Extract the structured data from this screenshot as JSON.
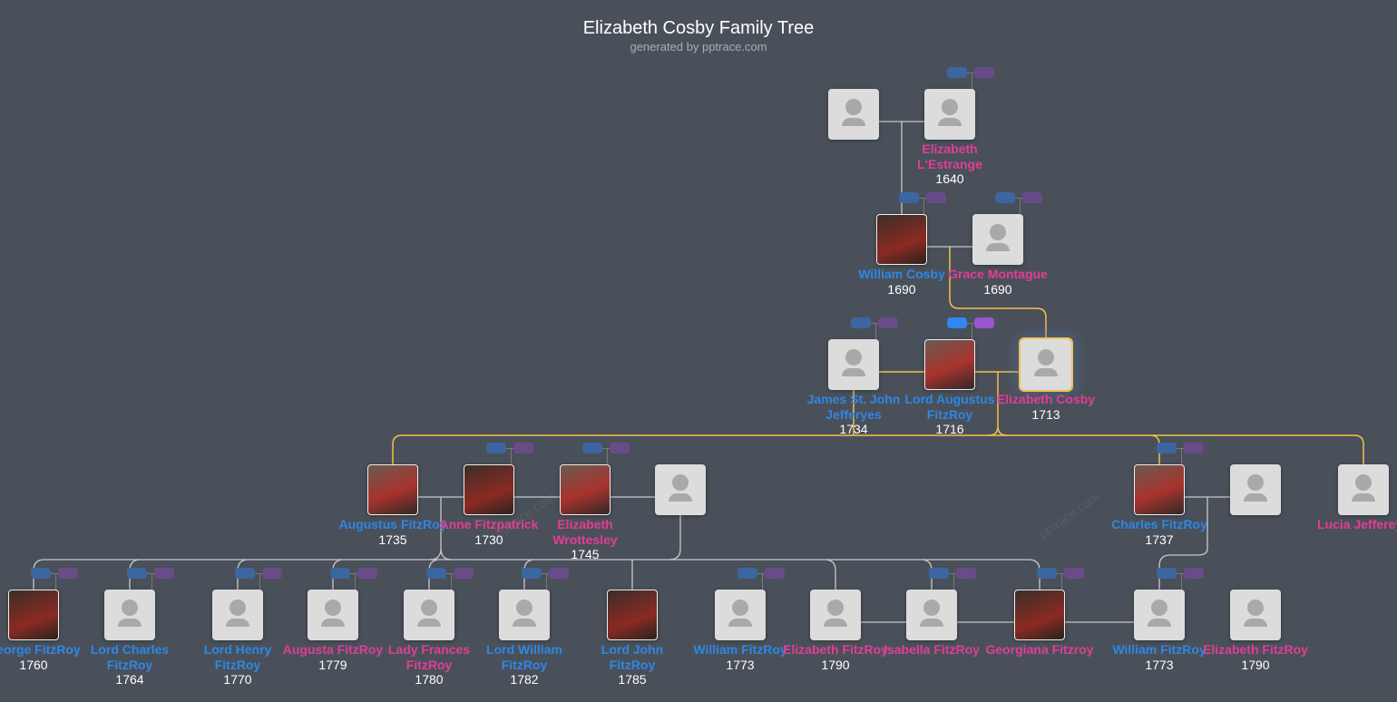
{
  "title": "Elizabeth Cosby Family Tree",
  "subtitle": "generated by pptrace.com",
  "watermark": "pptrace.com",
  "colors": {
    "male": "#2d87e6",
    "female": "#e23d96",
    "highlight": "#f2c14e",
    "line": "#c8c8c8",
    "background": "#4a5059"
  },
  "people": [
    {
      "name": "",
      "year": "",
      "gender": "m",
      "photo": false
    },
    {
      "name": "Elizabeth L'Estrange",
      "year": "1640",
      "gender": "f",
      "photo": false
    },
    {
      "name": "William Cosby",
      "year": "1690",
      "gender": "m",
      "photo": true
    },
    {
      "name": "Grace Montague",
      "year": "1690",
      "gender": "f",
      "photo": false
    },
    {
      "name": "James St. John Jefferyes",
      "year": "1734",
      "gender": "m",
      "photo": false
    },
    {
      "name": "Lord Augustus FitzRoy",
      "year": "1716",
      "gender": "m",
      "photo": true
    },
    {
      "name": "Elizabeth Cosby",
      "year": "1713",
      "gender": "f",
      "photo": false,
      "selected": true
    },
    {
      "name": "Augustus FitzRoy",
      "year": "1735",
      "gender": "m",
      "photo": true
    },
    {
      "name": "Anne Fitzpatrick",
      "year": "1730",
      "gender": "f",
      "photo": true
    },
    {
      "name": "Elizabeth Wrottesley",
      "year": "1745",
      "gender": "f",
      "photo": true
    },
    {
      "name": "",
      "year": "",
      "gender": "m",
      "photo": false
    },
    {
      "name": "Charles FitzRoy",
      "year": "1737",
      "gender": "m",
      "photo": true
    },
    {
      "name": "",
      "year": "",
      "gender": "f",
      "photo": false
    },
    {
      "name": "Lucia Jeffereys",
      "year": "",
      "gender": "f",
      "photo": false
    },
    {
      "name": "George FitzRoy",
      "year": "1760",
      "gender": "m",
      "photo": true
    },
    {
      "name": "Lord Charles FitzRoy",
      "year": "1764",
      "gender": "m",
      "photo": false
    },
    {
      "name": "Lord Henry FitzRoy",
      "year": "1770",
      "gender": "m",
      "photo": false
    },
    {
      "name": "Augusta FitzRoy",
      "year": "1779",
      "gender": "f",
      "photo": false
    },
    {
      "name": "Lady Frances FitzRoy",
      "year": "1780",
      "gender": "f",
      "photo": false
    },
    {
      "name": "Lord William FitzRoy",
      "year": "1782",
      "gender": "m",
      "photo": false
    },
    {
      "name": "Lord John FitzRoy",
      "year": "1785",
      "gender": "m",
      "photo": true
    },
    {
      "name": "William FitzRoy",
      "year": "1773",
      "gender": "m",
      "photo": false
    },
    {
      "name": "Elizabeth FitzRoy",
      "year": "1790",
      "gender": "f",
      "photo": false
    },
    {
      "name": "Isabella FitzRoy",
      "year": "",
      "gender": "f",
      "photo": false
    },
    {
      "name": "Georgiana Fitzroy",
      "year": "",
      "gender": "f",
      "photo": true
    },
    {
      "name": "William FitzRoy",
      "year": "1773",
      "gender": "m",
      "photo": false
    },
    {
      "name": "Elizabeth FitzRoy",
      "year": "1790",
      "gender": "f",
      "photo": false
    }
  ]
}
